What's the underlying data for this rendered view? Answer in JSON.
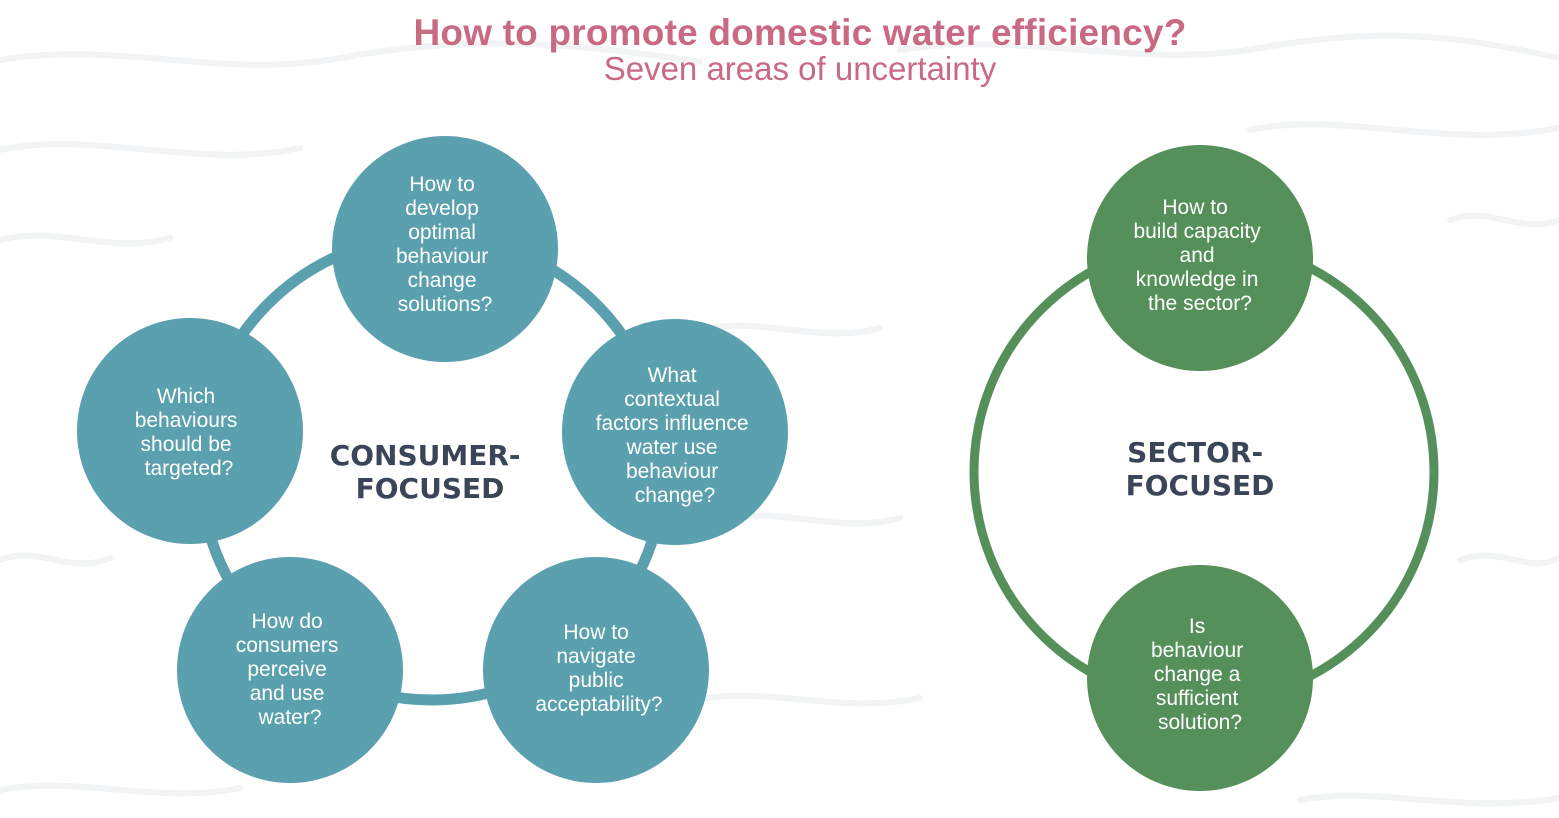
{
  "title": {
    "main": "How to promote domestic water efficiency?",
    "subtitle": "Seven areas of uncertainty"
  },
  "colors": {
    "title": "#c96a82",
    "consumer_nodes": "#5ba0ae",
    "sector_nodes": "#55905a",
    "center_label": "#3a4658"
  },
  "consumer": {
    "label_lines": [
      "CONSUMER-",
      "FOCUSED"
    ],
    "nodes": [
      {
        "lines": [
          "How to",
          "develop",
          "optimal",
          "behaviour",
          "change",
          "solutions?"
        ]
      },
      {
        "lines": [
          "What",
          "contextual",
          "factors influence",
          "water use",
          "behaviour",
          "change?"
        ]
      },
      {
        "lines": [
          "How to",
          "navigate",
          "public",
          "acceptability?"
        ]
      },
      {
        "lines": [
          "How do",
          "consumers",
          "perceive",
          "and use",
          "water?"
        ]
      },
      {
        "lines": [
          "Which",
          "behaviours",
          "should be",
          "targeted?"
        ]
      }
    ]
  },
  "sector": {
    "label_lines": [
      "SECTOR-",
      "FOCUSED"
    ],
    "nodes": [
      {
        "lines": [
          "How to",
          "build capacity",
          "and",
          "knowledge in",
          "the sector?"
        ]
      },
      {
        "lines": [
          "Is",
          "behaviour",
          "change a",
          "sufficient",
          "solution?"
        ]
      }
    ]
  }
}
